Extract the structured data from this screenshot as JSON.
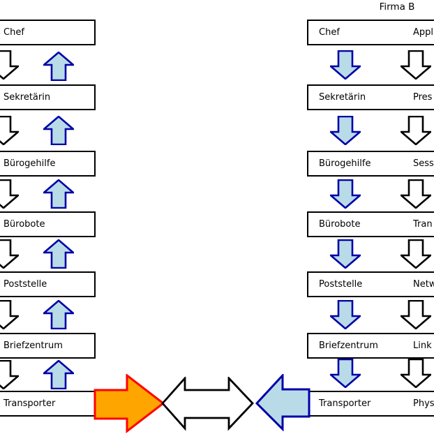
{
  "colors": {
    "box_border": "#000000",
    "blue_arrow_fill": "#b9dbe8",
    "blue_arrow_border": "#0000a8",
    "white_arrow_fill": "#ffffff",
    "white_arrow_border": "#000000",
    "orange_arrow_fill": "#ffa500",
    "orange_arrow_border": "#ff0000"
  },
  "firma_a": {
    "rows": [
      {
        "label": "Chef"
      },
      {
        "label": "Sekretärin"
      },
      {
        "label": "Bürogehilfe"
      },
      {
        "label": "Bürobote"
      },
      {
        "label": "Poststelle"
      },
      {
        "label": "Briefzentrum"
      },
      {
        "label": "Transporter"
      }
    ]
  },
  "firma_b": {
    "title": "Firma B",
    "rows": [
      {
        "label": "Chef",
        "osi": "Appl"
      },
      {
        "label": "Sekretärin",
        "osi": "Pres"
      },
      {
        "label": "Bürogehilfe",
        "osi": "Sess"
      },
      {
        "label": "Bürobote",
        "osi": "Tran"
      },
      {
        "label": "Poststelle",
        "osi": "Netw"
      },
      {
        "label": "Briefzentrum",
        "osi": "Link"
      },
      {
        "label": "Transporter",
        "osi": "Phys"
      }
    ]
  }
}
